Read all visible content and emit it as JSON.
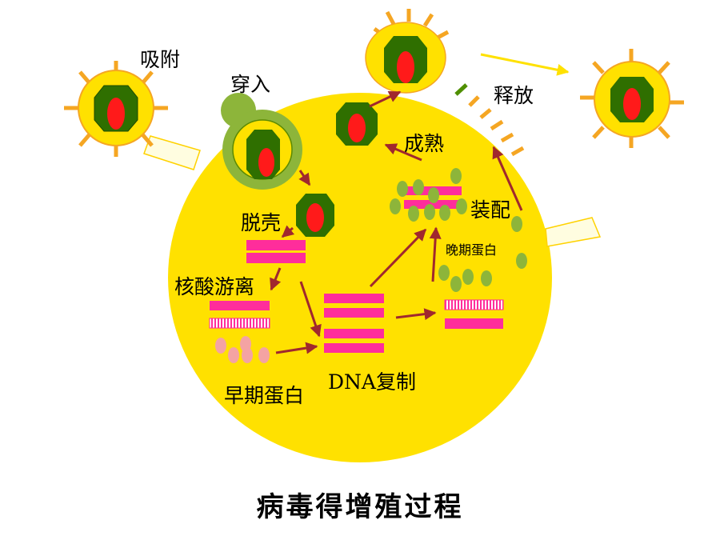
{
  "title": "病毒得增殖过程",
  "labels": {
    "adsorption": "吸附",
    "penetration": "穿入",
    "uncoating": "脱壳",
    "nucleic_acid_free": "核酸游离",
    "early_protein": "早期蛋白",
    "dna_replication": "DNA复制",
    "late_protein": "晚期蛋白",
    "assembly": "装配",
    "maturation": "成熟",
    "release": "释放"
  },
  "colors": {
    "cell": "#FFE100",
    "capsid": "#2F6F00",
    "core": "#FF1A1A",
    "envelope": "#FFE100",
    "spike": "#F5A623",
    "nucleic_acid": "#FF2D9B",
    "protein_late": "#8DB53A",
    "protein_early": "#F4A3A3",
    "arrow": "#A0282E"
  }
}
